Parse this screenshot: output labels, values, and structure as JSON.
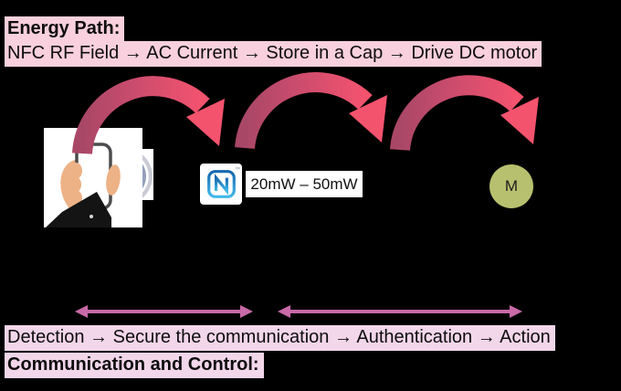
{
  "slide": {
    "background": "#000000",
    "top_highlight_color": "#F9D0DD",
    "bottom_highlight_color": "#F2D6EA"
  },
  "energy_path": {
    "title": "Energy Path:",
    "flow": "NFC RF Field → AC Current → Store in a Cap → Drive DC motor"
  },
  "diagram": {
    "icons": {
      "phone": "phone-in-hand-icon",
      "waves": "nfc-field-waves-icon",
      "nfc_logo": "nfc-n-mark-icon",
      "motor": "dc-motor-icon",
      "energy_arcs": "curved-energy-arrow-icon",
      "span_arrows": "double-headed-arrow-icon"
    },
    "arc_color_start": "#A94767",
    "arc_color_end": "#F4536E",
    "nfc_logo_trademark": "™",
    "power_range": "20mW – 50mW",
    "motor_label": "M",
    "motor_color": "#B7C06F"
  },
  "communication": {
    "flow": "Detection → Secure the communication → Authentication → Action",
    "title": "Communication and Control:",
    "span_arrow_color": "#C969A7"
  }
}
